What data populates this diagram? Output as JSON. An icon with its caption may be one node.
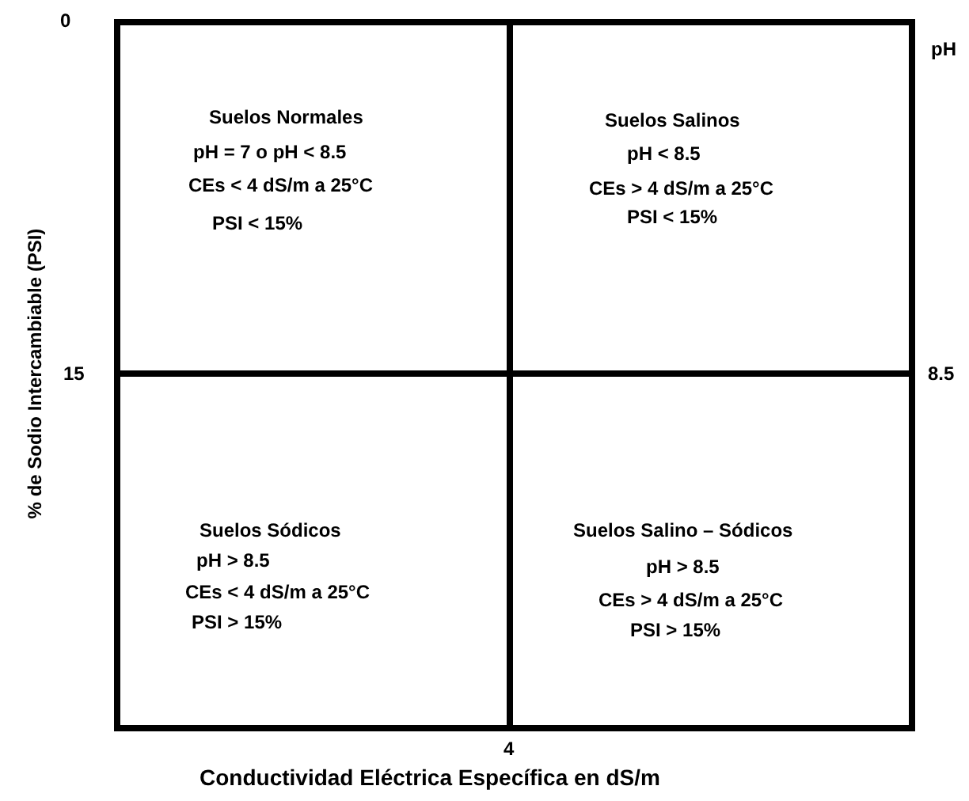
{
  "diagram": {
    "nodes": [
      {
        "text": [
          "Suelos Normales",
          "pH = 7 o pH < 8.5",
          "CEs < 4 dS/m a 25°C",
          "PSI < 15%"
        ]
      },
      {
        "text": [
          "Suelos Salinos",
          "pH < 8.5",
          "CEs > 4 dS/m a 25°C",
          "PSI < 15%"
        ]
      },
      {
        "text": [
          "Suelos Sódicos",
          "pH > 8.5",
          "CEs < 4 dS/m a 25°C",
          "PSI > 15%"
        ]
      },
      {
        "text": [
          "Suelos Salino – Sódicos",
          "pH > 8.5",
          "CEs > 4 dS/m a 25°C",
          "PSI > 15%"
        ]
      }
    ],
    "edges": [],
    "labels": [
      "0",
      "pH",
      "% de Sodio Intercambiable (PSI)",
      "15",
      "8.5",
      "4",
      "Conductividad Eléctrica Específica en dS/m"
    ]
  }
}
